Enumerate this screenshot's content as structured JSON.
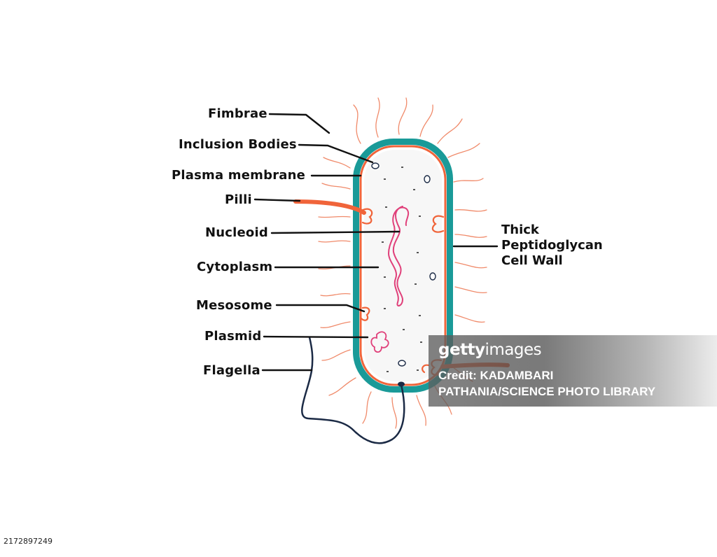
{
  "labels": {
    "fimbrae": "Fimbrae",
    "inclusion_bodies": "Inclusion Bodies",
    "plasma_membrane": "Plasma membrane",
    "pilli": "Pilli",
    "nucleoid": "Nucleoid",
    "cytoplasm": "Cytoplasm",
    "mesosome": "Mesosome",
    "plasmid": "Plasmid",
    "flagella": "Flagella",
    "cell_wall": [
      "Thick",
      "Peptidoglycan",
      "Cell Wall"
    ]
  },
  "watermark": {
    "logo_bold": "getty",
    "logo_light": "images",
    "credit": [
      "Credit: KADAMBARI",
      "PATHANIA/SCIENCE PHOTO LIBRARY"
    ]
  },
  "image_id": "2172897249",
  "colors": {
    "cell_wall": "#1a9a98",
    "plasma_membrane": "#f0643a",
    "fimbriae": "#f08a6a",
    "nucleoid": "#e0407a",
    "flagellum": "#1b2a45",
    "leader_lines": "#111111",
    "cytoplasm_fill": "#f7f7f7"
  }
}
